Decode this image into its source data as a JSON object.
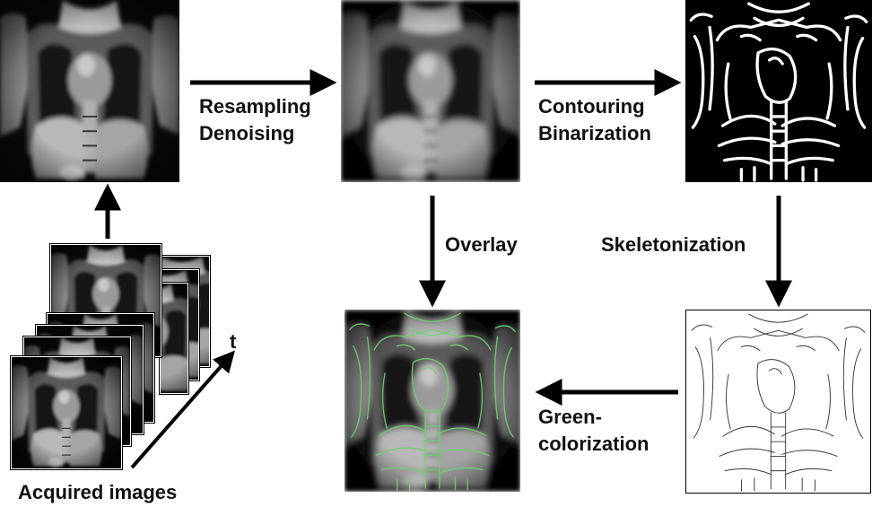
{
  "labels": {
    "step1_line1": "Resampling",
    "step1_line2": "Denoising",
    "step2_line1": "Contouring",
    "step2_line2": "Binarization",
    "overlay": "Overlay",
    "skeletonization": "Skeletonization",
    "green_line1": "Green-",
    "green_line2": "colorization",
    "acquired": "Acquired images",
    "time_axis": "t"
  },
  "colors": {
    "arrow": "#000000",
    "mri_background": "#0a0a0a",
    "contour_green": "#6fd06f"
  },
  "icons": {
    "mri": "chest-mri-slice",
    "binary": "binary-edge-map",
    "skeleton": "skeleton-line-map",
    "overlay": "green-contour-overlay"
  }
}
